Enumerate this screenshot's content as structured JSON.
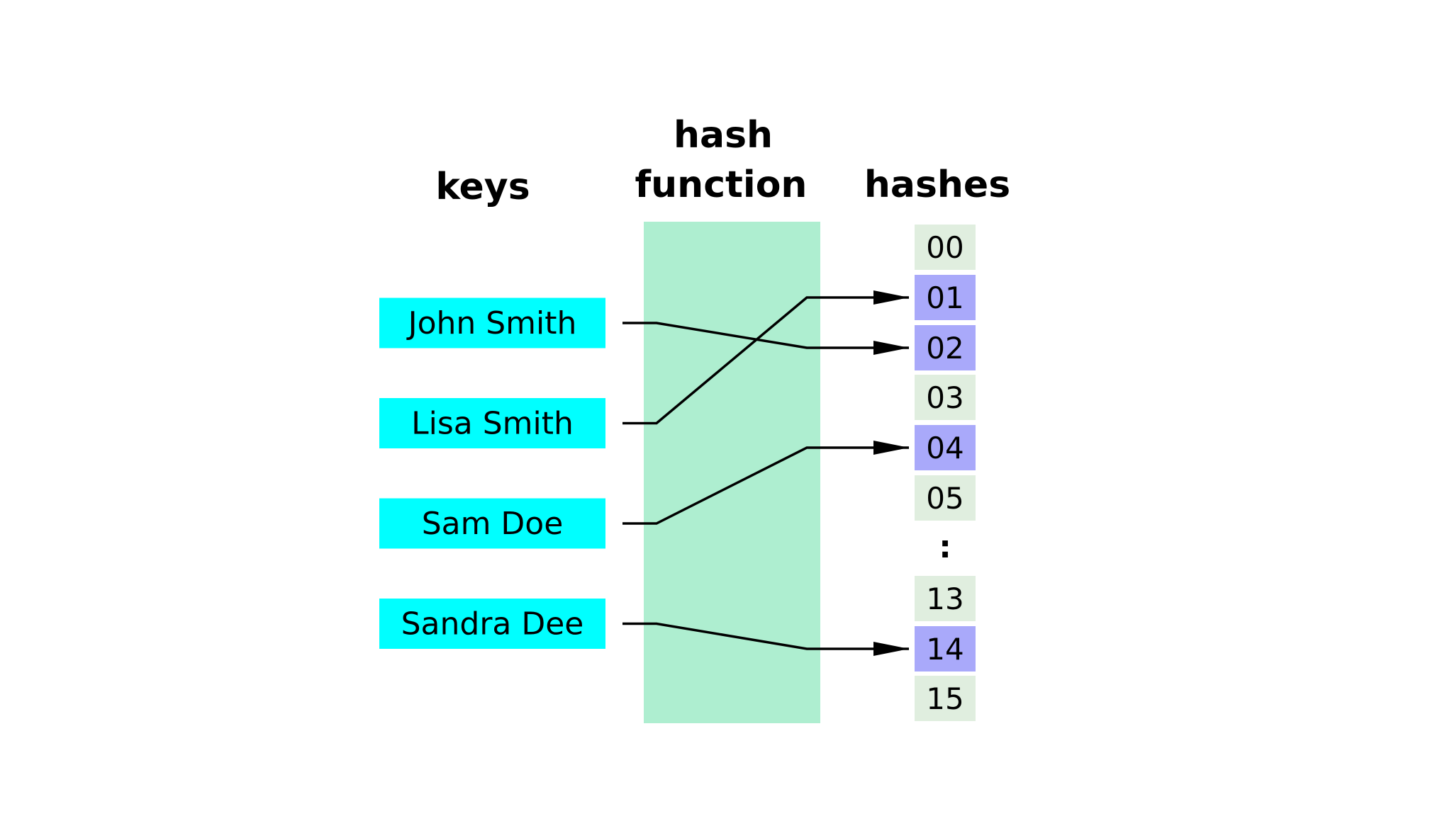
{
  "headings": {
    "keys": "keys",
    "hash_function_line1": "hash",
    "hash_function_line2": "function",
    "hashes": "hashes"
  },
  "keys": [
    {
      "label": "John Smith",
      "hash": "02"
    },
    {
      "label": "Lisa Smith",
      "hash": "01"
    },
    {
      "label": "Sam Doe",
      "hash": "04"
    },
    {
      "label": "Sandra Dee",
      "hash": "14"
    }
  ],
  "hashes": [
    {
      "label": "00",
      "used": false
    },
    {
      "label": "01",
      "used": true
    },
    {
      "label": "02",
      "used": true
    },
    {
      "label": "03",
      "used": false
    },
    {
      "label": "04",
      "used": true
    },
    {
      "label": "05",
      "used": false
    },
    {
      "label": "13",
      "used": false
    },
    {
      "label": "14",
      "used": true
    },
    {
      "label": "15",
      "used": false
    }
  ],
  "ellipsis": ":",
  "colors": {
    "key_box": "#00ffff",
    "hash_function_band": "#aeeed0",
    "hash_used": "#a9a9fa",
    "hash_unused": "#e0eedf",
    "line": "#000000"
  }
}
